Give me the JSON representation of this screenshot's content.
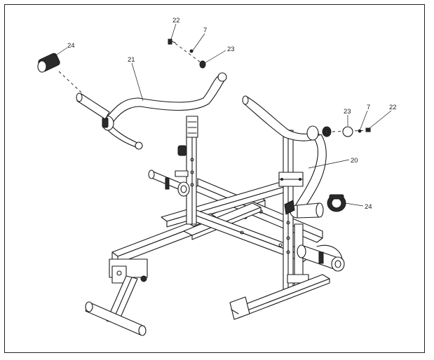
{
  "callouts": {
    "c22_top": "22",
    "c7_top": "7",
    "c23_top": "23",
    "c24_left": "24",
    "c21": "21",
    "c23_right": "23",
    "c7_right": "7",
    "c22_right": "22",
    "c20": "20",
    "c24_right": "24"
  },
  "colors": {
    "line": "#1a1a1a",
    "background": "#ffffff"
  }
}
